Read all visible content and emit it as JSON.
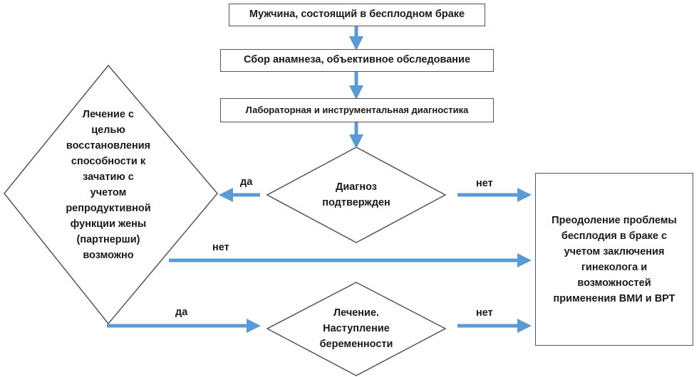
{
  "nodes": {
    "start": "Мужчина, состоящий в бесплодном браке",
    "anamnesis": "Сбор анамнеза, объективное обследование",
    "lab": "Лабораторная и инструментальная диагностика",
    "diagnosis_line1": "Диагноз",
    "diagnosis_line2": "подтвержден",
    "left_diamond": [
      "Лечение с",
      "целью",
      "восстановления",
      "способности к",
      "зачатию с",
      "учетом",
      "репродуктивной",
      "функции жены",
      "(партнерши)",
      "возможно"
    ],
    "pregnancy": [
      "Лечение.",
      "Наступление",
      "беременности"
    ],
    "overcome": [
      "Преодоление проблемы",
      "бесплодия в браке с",
      "учетом заключения",
      "гинеколога и",
      "возможностей",
      "применения ВМИ и ВРТ"
    ]
  },
  "edge_labels": {
    "diag_yes": "да",
    "diag_no": "нет",
    "left_no": "нет",
    "left_yes": "да",
    "preg_no": "нет"
  },
  "colors": {
    "arrow": "#5B9BD5",
    "border": "#555555"
  }
}
